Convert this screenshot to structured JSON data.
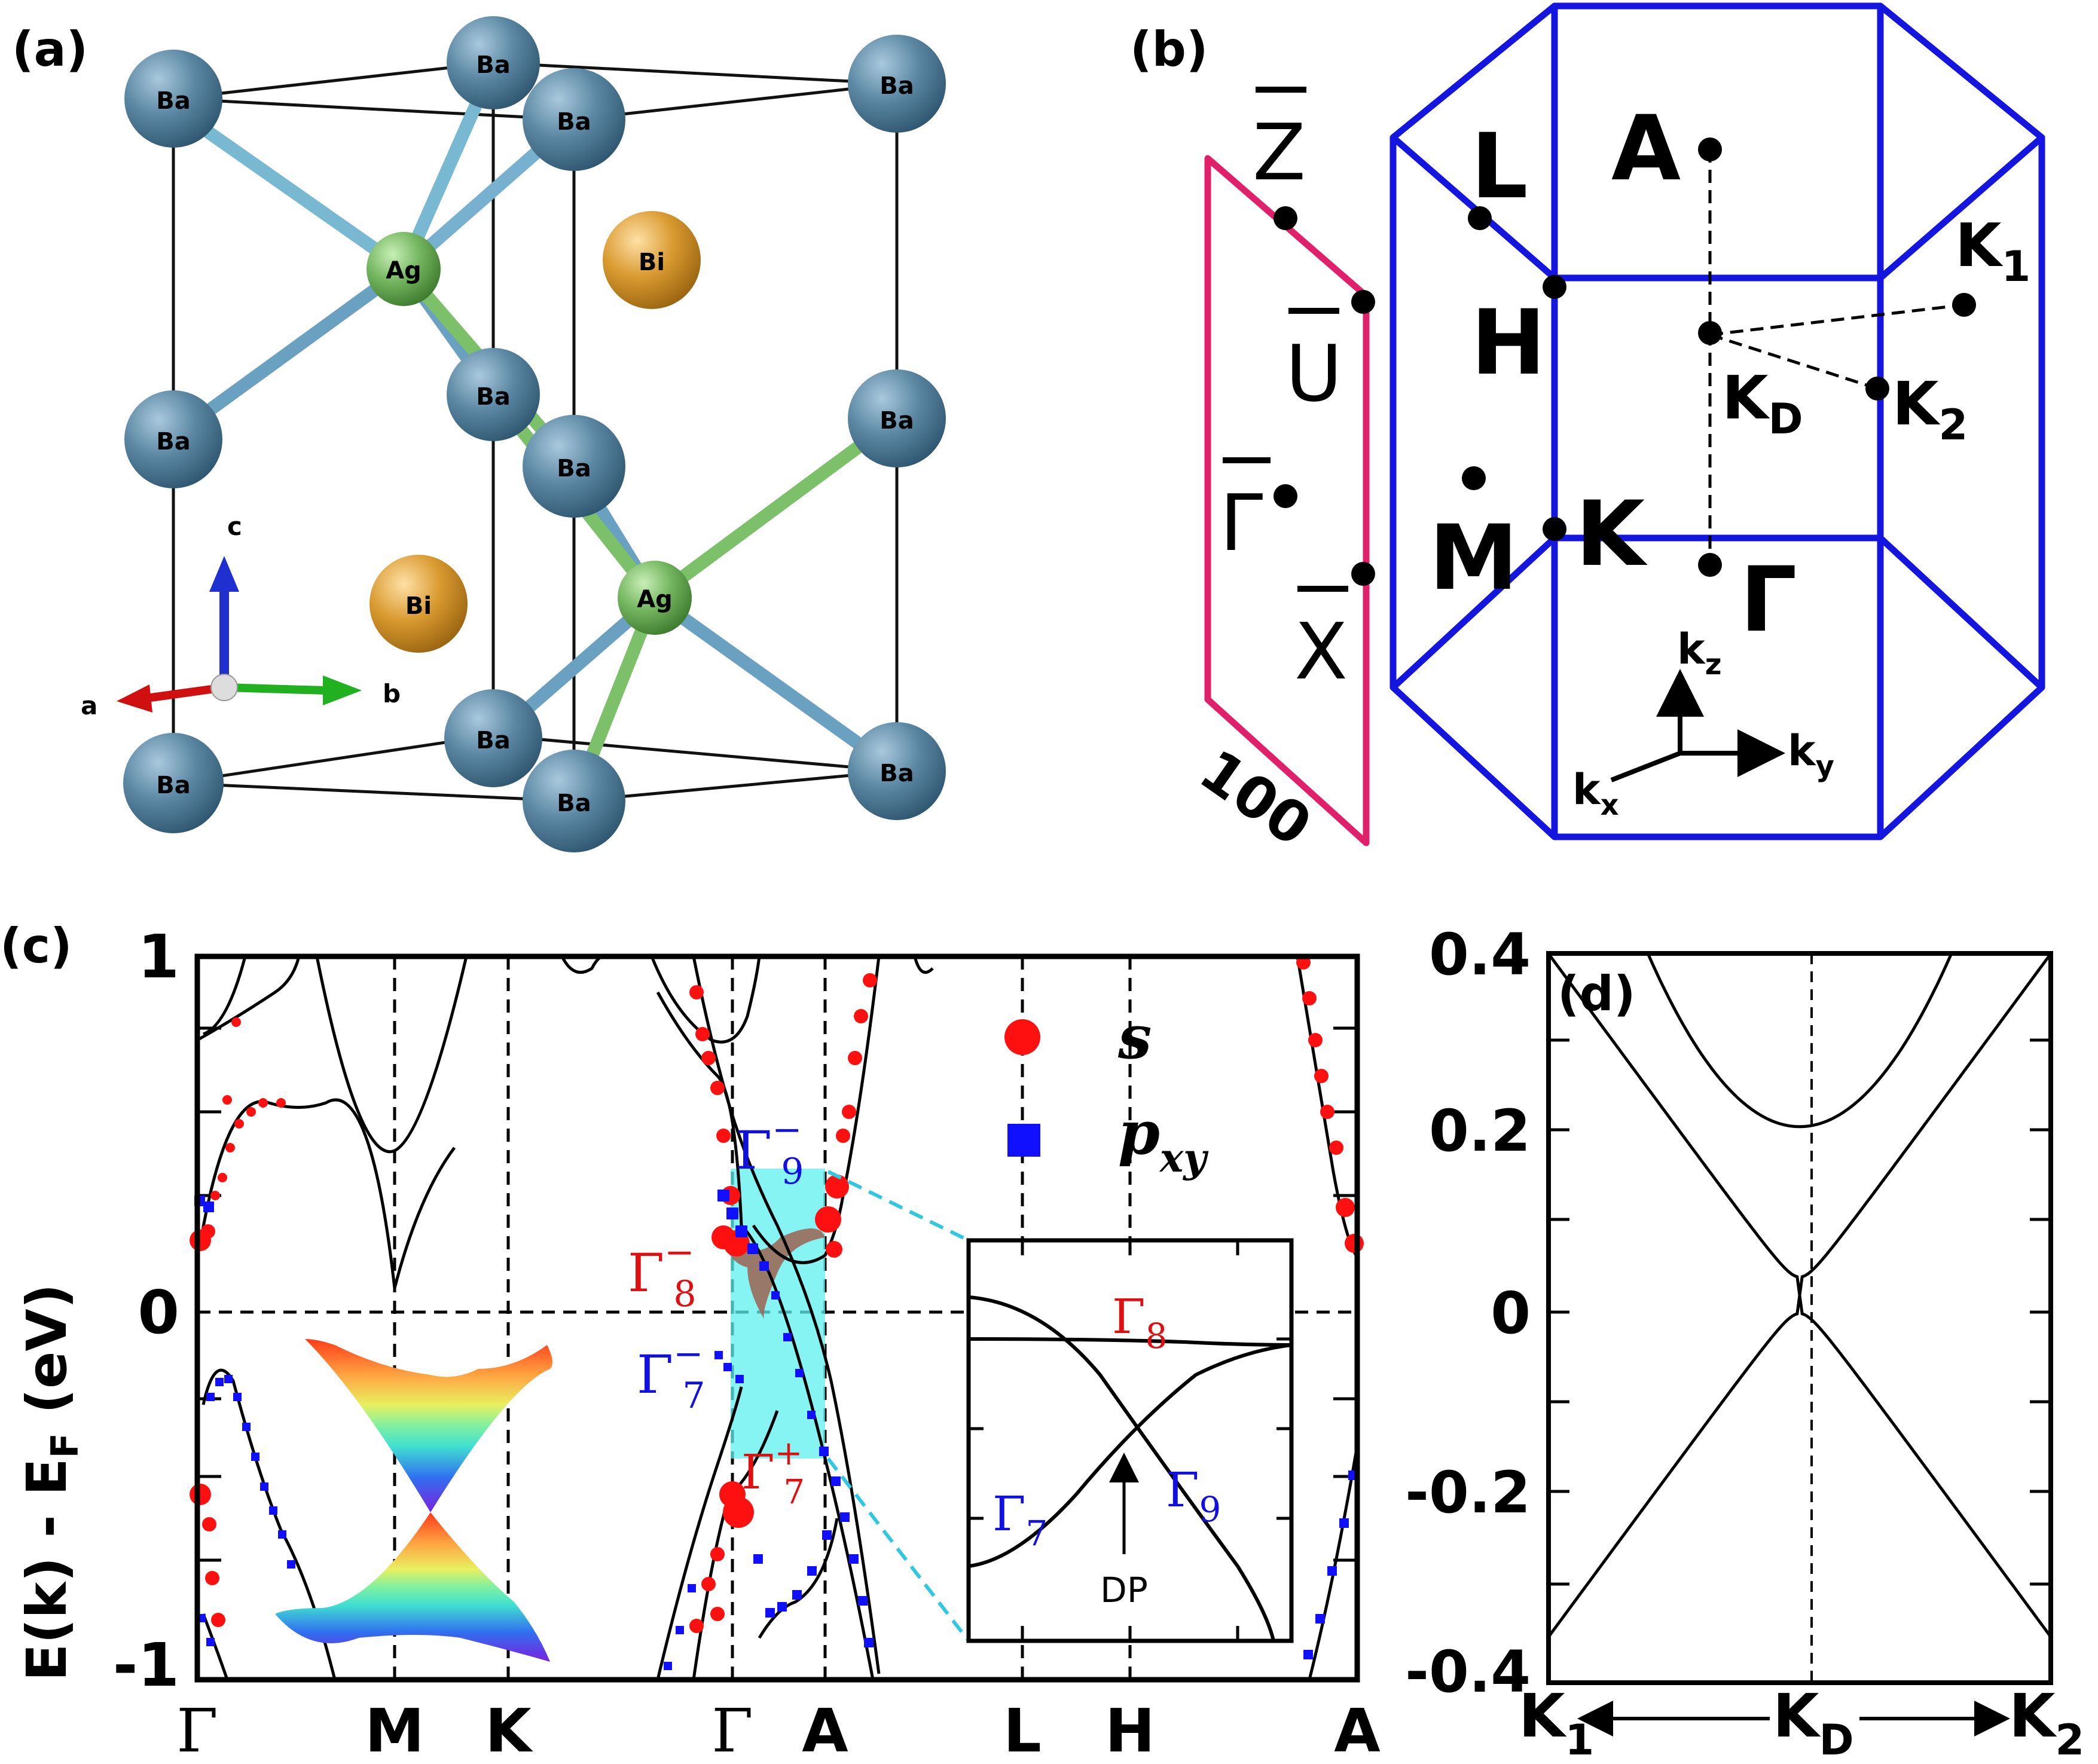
{
  "panels": {
    "a": {
      "label": "(a)",
      "atoms": {
        "ba": "Ba",
        "ag": "Ag",
        "bi": "Bi"
      },
      "axes": {
        "a": "a",
        "b": "b",
        "c": "c"
      },
      "colors": {
        "ba": "#5b87a3",
        "ag": "#73b55f",
        "bi": "#d99a30",
        "axis_a": "#d01010",
        "axis_b": "#20b020",
        "axis_c": "#2030d0"
      }
    },
    "b": {
      "label": "(b)",
      "points": {
        "A": "A",
        "L": "L",
        "H": "H",
        "K": "K",
        "M": "M",
        "Gamma": "Γ",
        "K1": "K",
        "K1_sub": "1",
        "K2": "K",
        "K2_sub": "2",
        "KD": "K",
        "KD_sub": "D"
      },
      "surface_points": {
        "Z": "Z",
        "U": "U",
        "Gamma": "Γ",
        "X": "X"
      },
      "surface_label": "100",
      "kaxes": {
        "kz": "k",
        "kz_sub": "z",
        "ky": "k",
        "ky_sub": "y",
        "kx": "k",
        "kx_sub": "x"
      },
      "colors": {
        "bz": "#1515e0",
        "surface": "#e0206a"
      }
    },
    "c": {
      "label": "(c)",
      "ylabel": "E(k) - E",
      "ylabel_sub": "F",
      "ylabel_unit": " (eV)",
      "yticks": [
        "1",
        "0",
        "-1"
      ],
      "xticks": [
        "Γ",
        "M",
        "K",
        "Γ",
        "A",
        "L",
        "H",
        "A"
      ],
      "legend": {
        "s": "s",
        "p": "p",
        "p_sub": "xy"
      },
      "irreps": {
        "g9": "Γ",
        "g9_sub": "9",
        "g9_sup": "−",
        "g8": "Γ",
        "g8_sub": "8",
        "g8_sup": "−",
        "g7": "Γ",
        "g7_sub": "7",
        "g7_sup": "−",
        "g7p": "Γ",
        "g7p_sub": "7",
        "g7p_sup": "+"
      },
      "inset": {
        "g8": "Γ",
        "g8_sub": "8",
        "g7": "Γ",
        "g7_sub": "7",
        "g9": "Γ",
        "g9_sub": "9",
        "dp": "DP"
      },
      "colors": {
        "s": "#ff1010",
        "p": "#1010ff",
        "highlight": "#5ff0f0",
        "band": "#000000"
      }
    },
    "d": {
      "label": "(d)",
      "yticks": [
        "0.4",
        "0.2",
        "0",
        "-0.2",
        "-0.4"
      ],
      "xlabels": {
        "k1": "K",
        "k1_sub": "1",
        "kd": "K",
        "kd_sub": "D",
        "k2": "K",
        "k2_sub": "2"
      }
    }
  },
  "chart_data": [
    {
      "type": "line",
      "title": "",
      "xlabel": "",
      "ylabel": "E(k) - EF (eV)",
      "categories": [
        "Γ",
        "M",
        "K",
        "Γ",
        "A",
        "L",
        "H",
        "A"
      ],
      "ylim": [
        -1,
        1
      ],
      "legend": [
        "s",
        "pxy"
      ]
    },
    {
      "type": "line",
      "title": "",
      "xlabel": "",
      "ylabel": "",
      "categories": [
        "K1",
        "KD",
        "K2"
      ],
      "ylim": [
        -0.4,
        0.4
      ],
      "series": [
        {
          "x": [
            -1,
            -0.5,
            0,
            0.5,
            1
          ],
          "values": [
            -0.4,
            -0.19,
            0.025,
            0.24,
            0.4
          ]
        },
        {
          "x": [
            -1,
            -0.5,
            0,
            0.5,
            1
          ],
          "values": [
            0.4,
            0.24,
            0.025,
            -0.19,
            -0.4
          ]
        },
        {
          "x": [
            -0.6,
            -0.3,
            0,
            0.3,
            0.6
          ],
          "values": [
            0.4,
            0.27,
            0.21,
            0.27,
            0.4
          ]
        }
      ]
    }
  ]
}
